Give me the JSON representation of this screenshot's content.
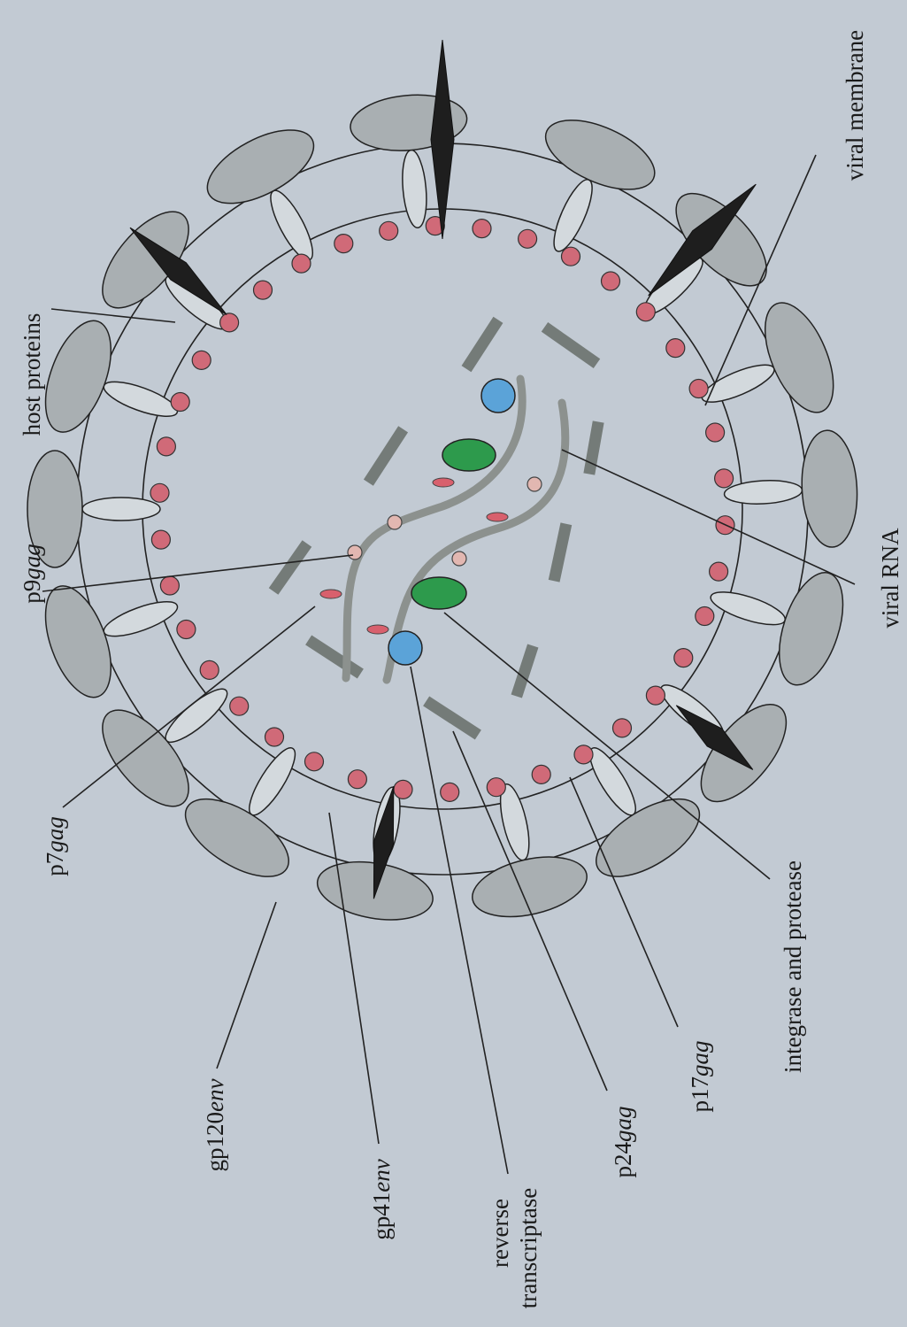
{
  "labels": {
    "host_proteins": "host proteins",
    "viral_membrane": "viral membrane",
    "viral_rna": "viral RNA",
    "p9gag_prefix": "p9",
    "p9gag_suffix": "gag",
    "p7gag_prefix": "p7",
    "p7gag_suffix": "gag",
    "gp120env_prefix": "gp120",
    "gp120env_suffix": "env",
    "gp41env_prefix": "gp41",
    "gp41env_suffix": "env",
    "reverse_transcriptase_line1": "reverse",
    "reverse_transcriptase_line2": "transcriptase",
    "p24gag_prefix": "p24",
    "p24gag_suffix": "gag",
    "p17gag_prefix": "p17",
    "p17gag_suffix": "gag",
    "integrase_protease": "integrase and protease"
  },
  "colors": {
    "background": "#c2cad3",
    "gp120": "#a9afb2",
    "gp41": "#d3d9dd",
    "matrix": "#d06a78",
    "capsid": "#747b78",
    "rna": "#8c918e",
    "reverse_transcriptase": "#5ba3d8",
    "integrase_protease": "#2d9a4c",
    "nucleocapsid_p9": "#e2b7b1",
    "nucleocapsid_p7": "#d8606d",
    "host_proteins": "#1e1e1e"
  }
}
